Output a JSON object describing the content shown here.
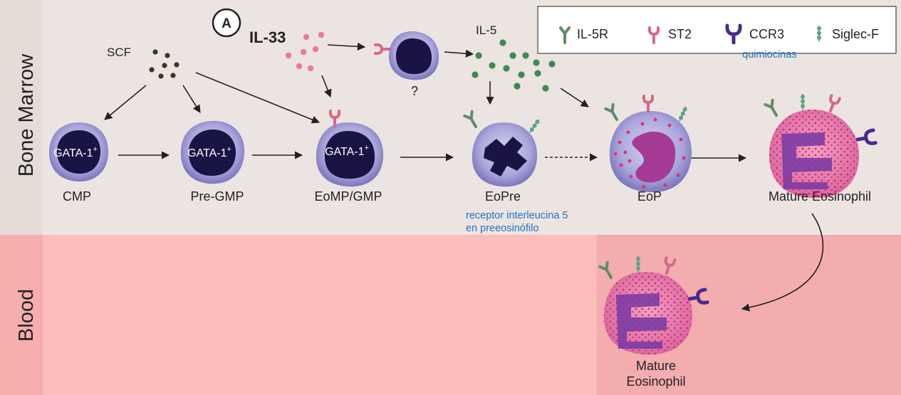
{
  "panel_badge": "A",
  "regions": {
    "bone_marrow": "Bone Marrow",
    "blood": "Blood"
  },
  "legend": {
    "il5r": "IL-5R",
    "st2": "ST2",
    "ccr3": "CCR3",
    "siglecf": "Siglec-F"
  },
  "annotations": {
    "chemokines": "quimiocinas",
    "eopre_line1": "receptor interleucina 5",
    "eopre_line2": "en preeosinófilo"
  },
  "factors": {
    "scf": "SCF",
    "il33": "IL-33",
    "il5": "IL-5",
    "unknown_cell": "?"
  },
  "cells": {
    "cmp": "CMP",
    "pregmp": "Pre-GMP",
    "eomp": "EoMP/GMP",
    "eopre": "EoPre",
    "eop": "EoP",
    "mature_bm": "Mature Eosinophil",
    "mature_blood_line1": "Mature",
    "mature_blood_line2": "Eosinophil"
  },
  "markers": {
    "gata1": "GATA-1",
    "plus": "+"
  },
  "colors": {
    "bone_marrow_bg": "#ece4e1",
    "blood_bg": "#fbbcbc",
    "il5r": "#5f8c66",
    "st2": "#d4698a",
    "ccr3": "#4a2a8e",
    "siglecf": "#5ba58a",
    "il33_dots": "#ea7aa0",
    "il5_dots": "#3f8a52",
    "scf_dots": "#4a2e22"
  }
}
